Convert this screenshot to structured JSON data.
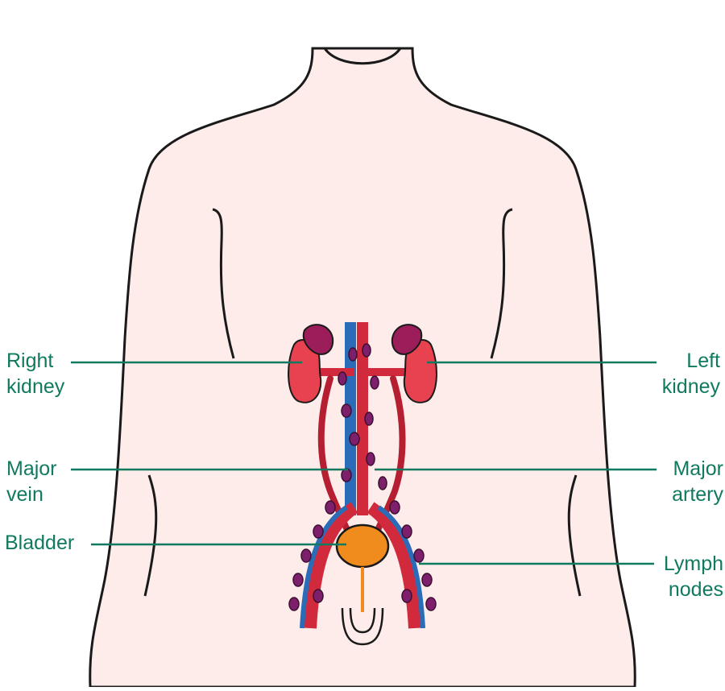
{
  "labels": {
    "right_kidney": [
      "Right",
      "kidney"
    ],
    "left_kidney": [
      "Left",
      "kidney"
    ],
    "major_vein": [
      "Major",
      "vein"
    ],
    "major_artery": [
      "Major",
      "artery"
    ],
    "bladder": [
      "Bladder"
    ],
    "lymph_nodes": [
      "Lymph",
      "nodes"
    ]
  },
  "colors": {
    "label_text": "#0f7a5f",
    "leader_line": "#0f7a5f",
    "body_fill": "#fdecea",
    "outline": "#1a1a1a",
    "kidney": "#e8414f",
    "kidney_top": "#9b1d5a",
    "artery": "#d12a3c",
    "vein": "#2b6cb8",
    "lymph_node": "#7e1f6b",
    "bladder": "#f08c1e"
  }
}
